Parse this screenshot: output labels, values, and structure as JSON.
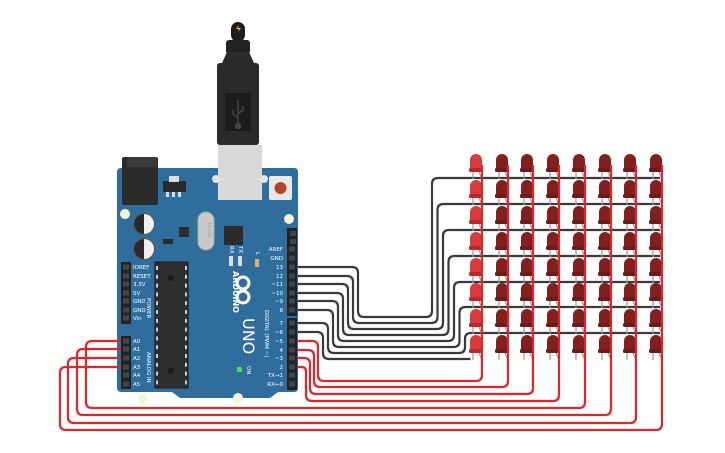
{
  "board": {
    "brand": "ARDUINO",
    "model": "UNO",
    "color": "#2f6d9c",
    "digital_title": "DIGITAL (PWM ~)",
    "power_title": "POWER",
    "analog_title": "ANALOG IN",
    "tx_label": "TX",
    "rx_label": "RX",
    "l_label": "L",
    "on_label": "ON",
    "crystal_text": "16.000",
    "digital_pins": [
      "AREF",
      "GND",
      "13",
      "12",
      "~11",
      "~10",
      "~9",
      "8",
      "7",
      "~6",
      "~5",
      "4",
      "~3",
      "2",
      "TX→1",
      "RX←0"
    ],
    "power_pins": [
      "IOREF",
      "RESET",
      "3.3V",
      "5V",
      "GND",
      "GND",
      "Vin"
    ],
    "analog_pins": [
      "A0",
      "A1",
      "A2",
      "A3",
      "A4",
      "A5"
    ]
  },
  "usb_cable": {
    "icon": "usb-icon",
    "plug_icon": "lightning-icon"
  },
  "led_matrix": {
    "rows": 8,
    "cols": 8,
    "lit_column": 1,
    "lit_color": "#d93a3c",
    "off_color": "#82201f"
  },
  "wiring": {
    "row_wires": {
      "color": "#3a3a3a",
      "pins": [
        "13",
        "12",
        "~11",
        "~10",
        "~9",
        "8",
        "7",
        "~6"
      ]
    },
    "column_wires": {
      "color": "#e0262a",
      "pins": [
        "~5",
        "4",
        "~3",
        "2",
        "A0",
        "A1",
        "A2",
        "A3"
      ]
    }
  }
}
